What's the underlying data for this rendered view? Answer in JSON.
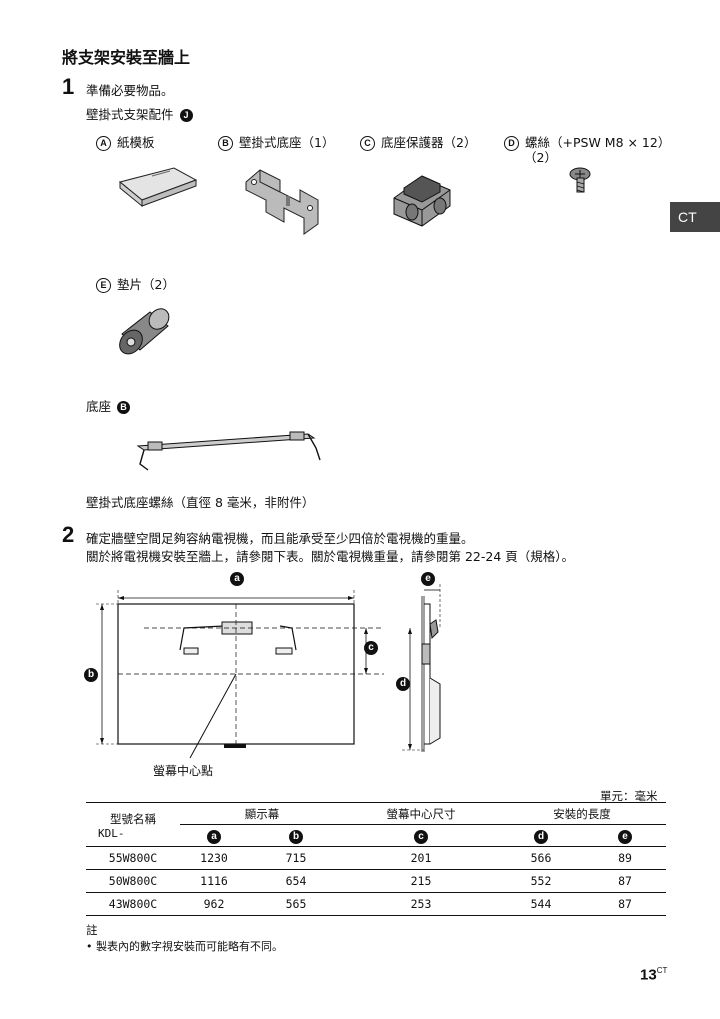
{
  "section_title": "將支架安裝至牆上",
  "side_tab": "CT",
  "step1": {
    "number": "1",
    "text": "準備必要物品。",
    "kit_label": "壁掛式支架配件",
    "kit_marker": "J",
    "items": [
      {
        "letter": "A",
        "label": "紙模板"
      },
      {
        "letter": "B",
        "label": "壁掛式底座（1）"
      },
      {
        "letter": "C",
        "label": "底座保護器（2）"
      },
      {
        "letter": "D",
        "label": "螺絲（+PSW M8 × 12）",
        "label2": "（2）"
      },
      {
        "letter": "E",
        "label": "墊片（2）"
      }
    ],
    "base_label": "底座",
    "base_marker": "B",
    "screw_note": "壁掛式底座螺絲（直徑 8 毫米，非附件）"
  },
  "step2": {
    "number": "2",
    "line1": "確定牆壁空間足夠容納電視機，而且能承受至少四倍於電視機的重量。",
    "line2": "關於將電視機安裝至牆上，請參閱下表。關於電視機重量，請參閱第 22-24 頁（規格）。",
    "diagram": {
      "label_a": "a",
      "label_b": "b",
      "label_c": "c",
      "label_d": "d",
      "label_e": "e",
      "center_label": "螢幕中心點"
    }
  },
  "table": {
    "unit": "單元：毫米",
    "header_model": "型號名稱",
    "header_model2": "KDL-",
    "header_display": "顯示幕",
    "header_center": "螢幕中心尺寸",
    "header_install": "安裝的長度",
    "sub": [
      "a",
      "b",
      "c",
      "d",
      "e"
    ],
    "rows": [
      {
        "model": "55W800C",
        "a": "1230",
        "b": "715",
        "c": "201",
        "d": "566",
        "e": "89"
      },
      {
        "model": "50W800C",
        "a": "1116",
        "b": "654",
        "c": "215",
        "d": "552",
        "e": "87"
      },
      {
        "model": "43W800C",
        "a": "962",
        "b": "565",
        "c": "253",
        "d": "544",
        "e": "87"
      }
    ]
  },
  "note": {
    "title": "註",
    "bullet": "製表內的數字視安裝而可能略有不同。"
  },
  "page_number": "13",
  "page_suffix": "CT"
}
